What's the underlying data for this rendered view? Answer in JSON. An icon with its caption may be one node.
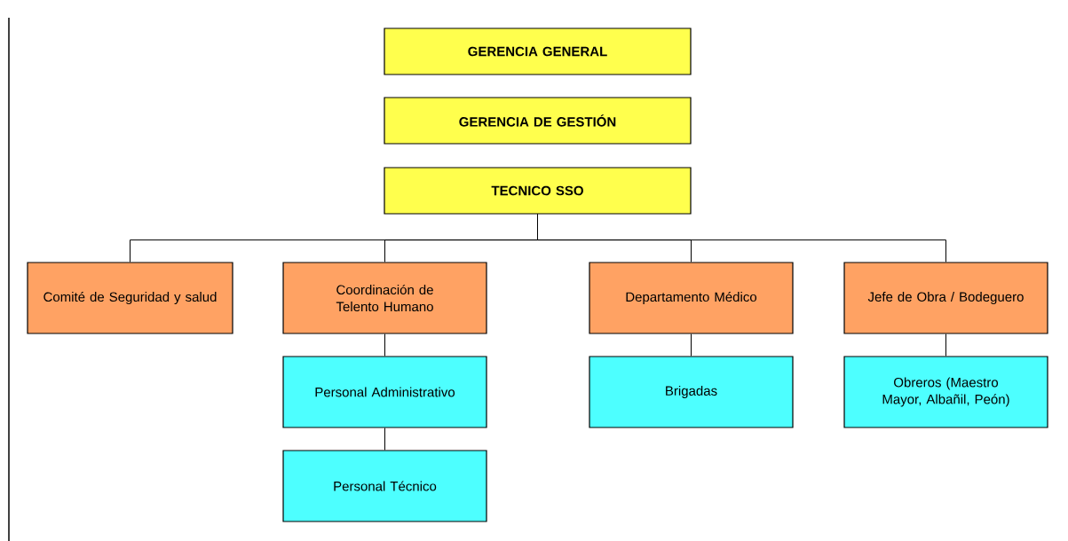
{
  "diagram": {
    "nodes": [
      {
        "text": [
          "GERENCIA GENERAL"
        ]
      },
      {
        "text": [
          "GERENCIA DE GESTIÓN"
        ]
      },
      {
        "text": [
          "TECNICO SSO"
        ]
      },
      {
        "text": [
          "Comité de Seguridad y salud"
        ]
      },
      {
        "text": [
          "Coordinación de Telento Humano"
        ]
      },
      {
        "text": [
          "Departamento Médico"
        ]
      },
      {
        "text": [
          "Jefe de Obra / Bodeguero"
        ]
      },
      {
        "text": [
          "Personal Administrativo"
        ]
      },
      {
        "text": [
          "Personal Técnico"
        ]
      },
      {
        "text": [
          "Brigadas"
        ]
      },
      {
        "text": [
          "Obreros (Maestro Mayor, Albañil, Peón)"
        ]
      }
    ],
    "edges": [
      {
        "from": 2,
        "to": 3,
        "arrow": "none"
      },
      {
        "from": 2,
        "to": 4,
        "arrow": "none"
      },
      {
        "from": 2,
        "to": 5,
        "arrow": "none"
      },
      {
        "from": 2,
        "to": 6,
        "arrow": "none"
      },
      {
        "from": 4,
        "to": 7,
        "arrow": "none"
      },
      {
        "from": 7,
        "to": 8,
        "arrow": "none"
      },
      {
        "from": 5,
        "to": 9,
        "arrow": "none"
      },
      {
        "from": 6,
        "to": 10,
        "arrow": "none"
      }
    ]
  }
}
